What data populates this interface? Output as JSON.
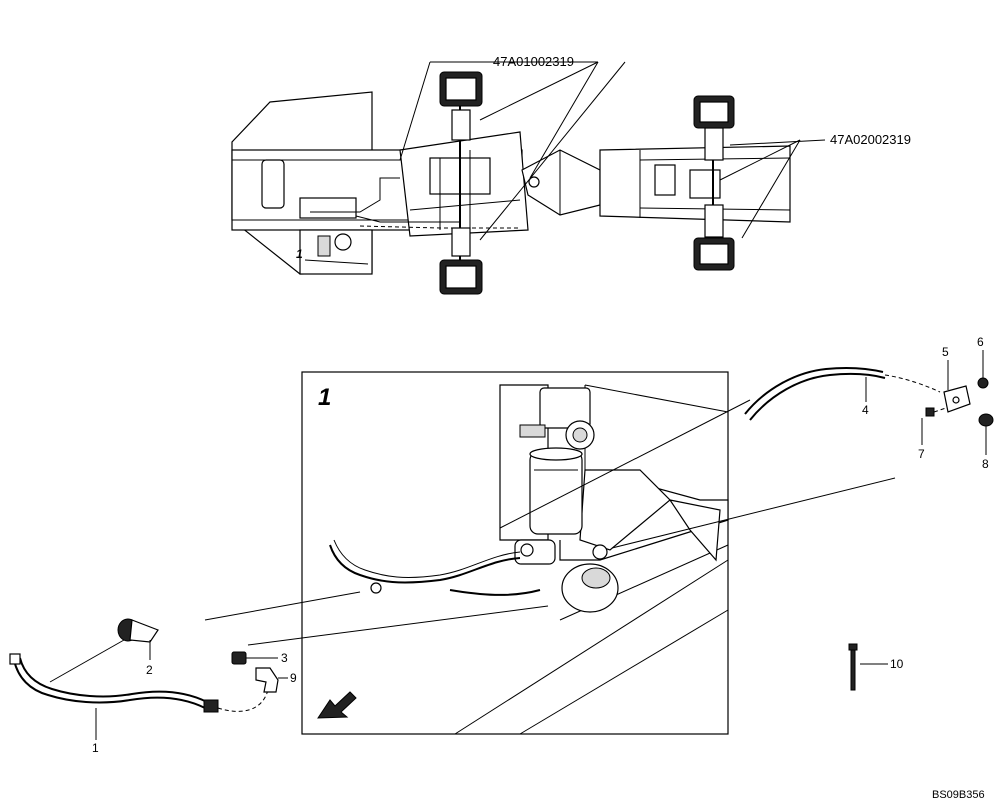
{
  "references": {
    "front_frame_ref": "47A01002319",
    "rear_frame_ref": "47A02002319"
  },
  "detail": {
    "marker": "1",
    "overview_marker": "1"
  },
  "callouts": {
    "c1": "1",
    "c2": "2",
    "c3": "3",
    "c4": "4",
    "c5": "5",
    "c6": "6",
    "c7": "7",
    "c8": "8",
    "c9": "9",
    "c10": "10"
  },
  "footer": {
    "drawing_code": "BS09B356"
  }
}
